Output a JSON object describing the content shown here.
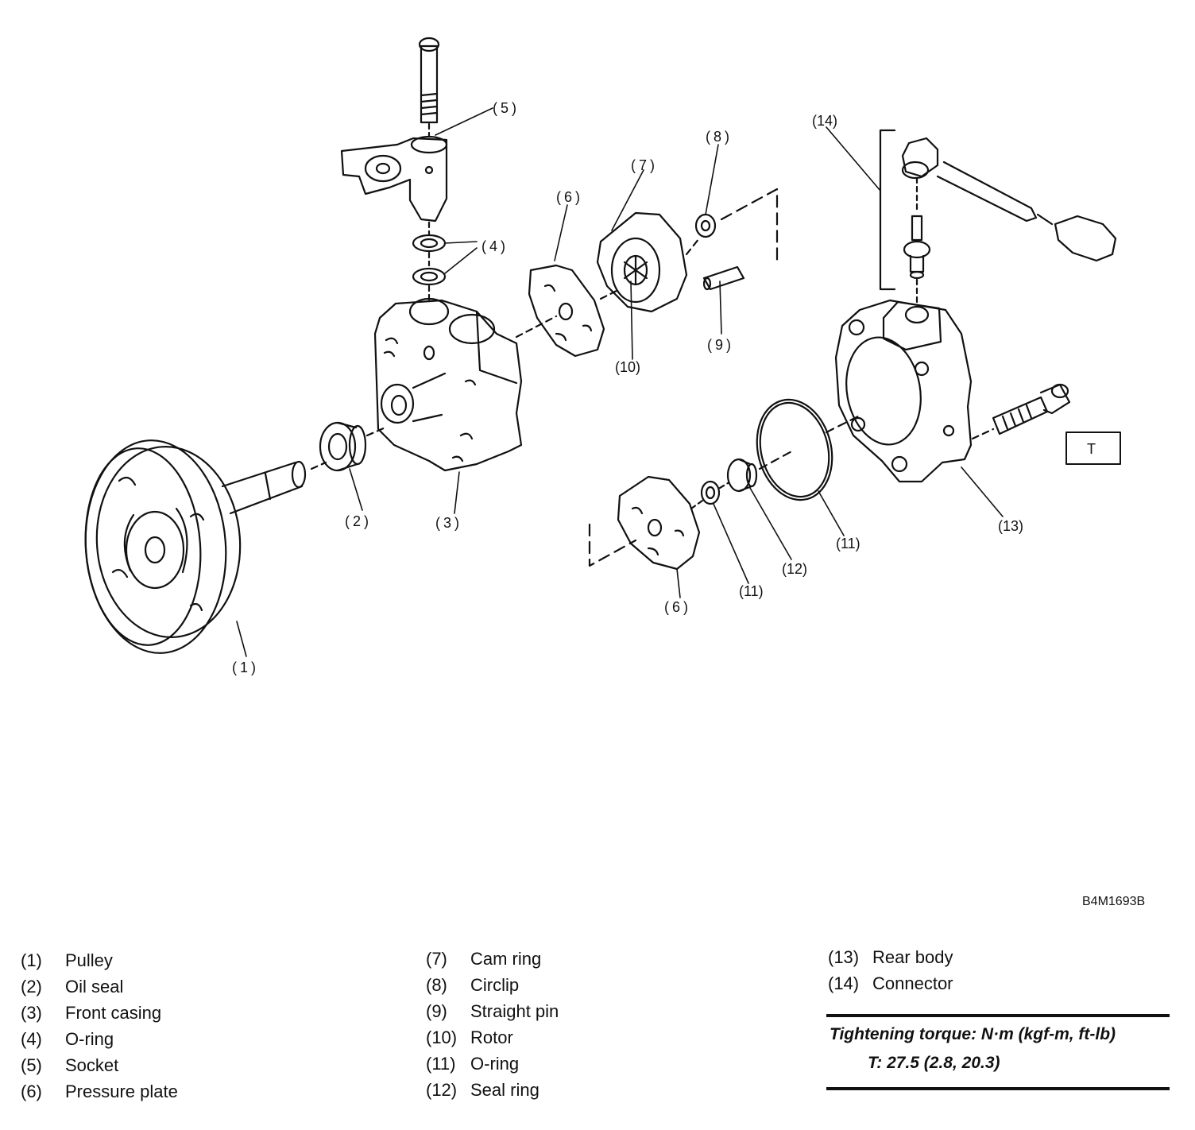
{
  "callouts": {
    "c1": "(1)",
    "c2": "(2)",
    "c3": "(3)",
    "c4": "(4)",
    "c5": "(5)",
    "c6a": "(6)",
    "c6b": "(6)",
    "c7": "(7)",
    "c8": "(8)",
    "c9": "(9)",
    "c10": "(10)",
    "c11a": "(11)",
    "c11b": "(11)",
    "c12": "(12)",
    "c13": "(13)",
    "c14": "(14)",
    "t": "T"
  },
  "figure_code": "B4M1693B",
  "legend": [
    {
      "num": "(1)",
      "name": "Pulley"
    },
    {
      "num": "(2)",
      "name": "Oil seal"
    },
    {
      "num": "(3)",
      "name": "Front casing"
    },
    {
      "num": "(4)",
      "name": "O-ring"
    },
    {
      "num": "(5)",
      "name": "Socket"
    },
    {
      "num": "(6)",
      "name": "Pressure plate"
    },
    {
      "num": "(7)",
      "name": "Cam ring"
    },
    {
      "num": "(8)",
      "name": "Circlip"
    },
    {
      "num": "(9)",
      "name": "Straight pin"
    },
    {
      "num": "(10)",
      "name": "Rotor"
    },
    {
      "num": "(11)",
      "name": "O-ring"
    },
    {
      "num": "(12)",
      "name": "Seal ring"
    },
    {
      "num": "(13)",
      "name": "Rear body"
    },
    {
      "num": "(14)",
      "name": "Connector"
    }
  ],
  "torque": {
    "title": "Tightening torque: N·m (kgf-m, ft-lb)",
    "value": "T: 27.5 (2.8, 20.3)"
  }
}
